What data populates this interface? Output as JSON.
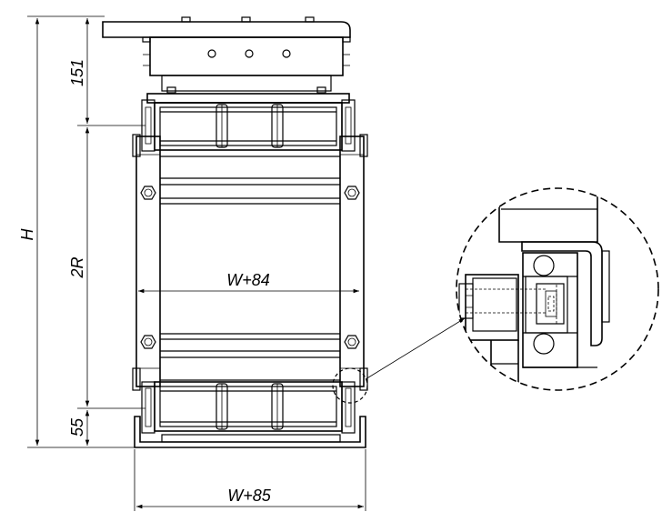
{
  "dimensions": {
    "height_total": "H",
    "top_section": "151",
    "pitch": "2R",
    "bottom_section": "55",
    "inner_width": "W+84",
    "outer_width": "W+85"
  }
}
